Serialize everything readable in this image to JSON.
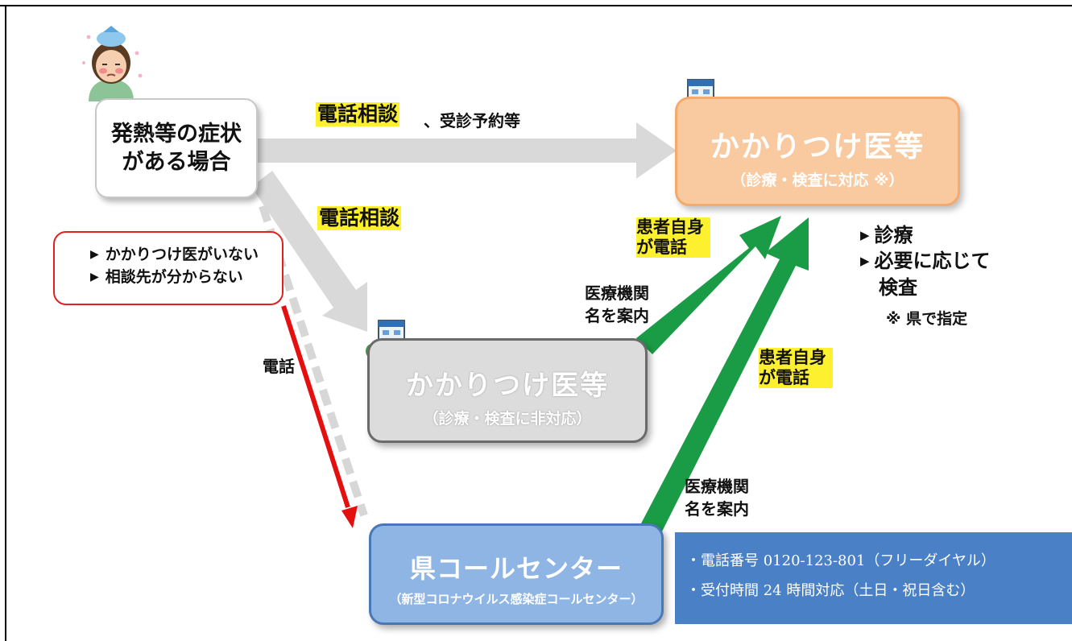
{
  "symptom_box": {
    "label": "発熱等の症状がある場合"
  },
  "edge_labels": {
    "consult_top_highlight": "電話相談",
    "consult_top_suffix": "、受診予約等",
    "consult_mid": "電話相談",
    "call": "電話",
    "patient_call_1": "患者自身が電話",
    "patient_call_2": "患者自身が電話",
    "guide_1": "医療機関名を案内",
    "guide_2": "医療機関名を案内"
  },
  "no_doctor_box": {
    "items": [
      "かかりつけ医がいない",
      "相談先が分からない"
    ]
  },
  "clinic_supported": {
    "title": "かかりつけ医等",
    "subtitle": "（診療・検査に対応 ※）"
  },
  "clinic_unsupported": {
    "title": "かかりつけ医等",
    "subtitle": "（診療・検査に非対応）"
  },
  "call_center": {
    "title": "県コールセンター",
    "subtitle": "（新型コロナウイルス感染症コールセンター）"
  },
  "services": {
    "item1": "診療",
    "item2_line1": "必要に応じて",
    "item2_line2": "検査",
    "note": "※ 県で指定"
  },
  "info_box": {
    "line1": "・電話番号 0120-123-801（フリーダイヤル）",
    "line2": "・受付時間 24 時間対応（土日・祝日含む）"
  },
  "icons": [
    "sick-person-icon",
    "hospital-building-icon",
    "bullet-triangle-icon"
  ],
  "colors": {
    "highlight": "#fdf02f",
    "gray_arrow": "#d9d9d9",
    "green_arrow": "#1a9b45",
    "red_arrow": "#e41010",
    "orange_box": "#f9c9a0",
    "blue_box": "#8fb5e4",
    "info_box": "#4a81c6"
  }
}
